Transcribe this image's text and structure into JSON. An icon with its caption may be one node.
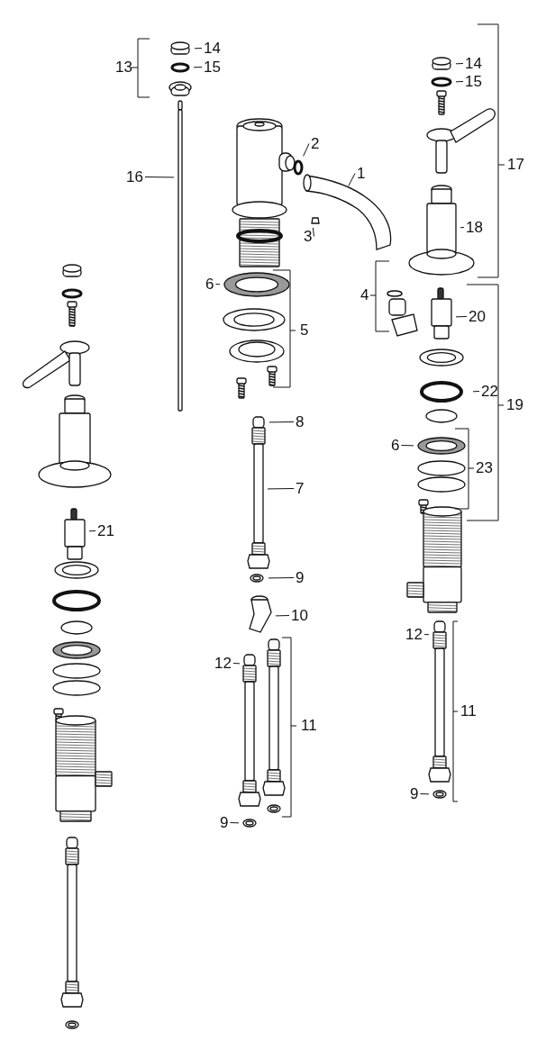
{
  "diagram": {
    "nodes": [
      {
        "text": [
          "14"
        ]
      },
      {
        "text": [
          "15"
        ]
      },
      {
        "text": [
          "14"
        ]
      },
      {
        "text": [
          "15"
        ]
      },
      {
        "text": [
          "2"
        ]
      },
      {
        "text": [
          "16"
        ]
      },
      {
        "text": [
          "1"
        ]
      },
      {
        "text": [
          "3"
        ]
      },
      {
        "text": [
          "18"
        ]
      },
      {
        "text": [
          "6"
        ]
      },
      {
        "text": [
          "20"
        ]
      },
      {
        "text": [
          "22"
        ]
      },
      {
        "text": [
          "8"
        ]
      },
      {
        "text": [
          "6"
        ]
      },
      {
        "text": [
          "7"
        ]
      },
      {
        "text": [
          "21"
        ]
      },
      {
        "text": [
          "9"
        ]
      },
      {
        "text": [
          "10"
        ]
      },
      {
        "text": [
          "12"
        ]
      },
      {
        "text": [
          "12"
        ]
      },
      {
        "text": [
          "9"
        ]
      },
      {
        "text": [
          "9"
        ]
      }
    ],
    "edges": [
      {
        "from": 0,
        "to": null,
        "arrow": "none"
      },
      {
        "from": 1,
        "to": null,
        "arrow": "none"
      },
      {
        "from": 2,
        "to": null,
        "arrow": "none"
      },
      {
        "from": 3,
        "to": null,
        "arrow": "none"
      },
      {
        "from": 4,
        "to": null,
        "arrow": "none"
      },
      {
        "from": 5,
        "to": null,
        "arrow": "none"
      },
      {
        "from": 6,
        "to": null,
        "arrow": "none"
      },
      {
        "from": 7,
        "to": null,
        "arrow": "none"
      },
      {
        "from": 8,
        "to": null,
        "arrow": "none"
      },
      {
        "from": 9,
        "to": null,
        "arrow": "none"
      },
      {
        "from": 10,
        "to": null,
        "arrow": "none"
      },
      {
        "from": 11,
        "to": null,
        "arrow": "none"
      },
      {
        "from": 12,
        "to": null,
        "arrow": "none"
      },
      {
        "from": 13,
        "to": null,
        "arrow": "none"
      },
      {
        "from": 14,
        "to": null,
        "arrow": "none"
      },
      {
        "from": 15,
        "to": null,
        "arrow": "none"
      },
      {
        "from": 16,
        "to": null,
        "arrow": "none"
      },
      {
        "from": 17,
        "to": null,
        "arrow": "none"
      },
      {
        "from": 18,
        "to": null,
        "arrow": "none"
      },
      {
        "from": 19,
        "to": null,
        "arrow": "none"
      },
      {
        "from": 20,
        "to": null,
        "arrow": "none"
      },
      {
        "from": 21,
        "to": null,
        "arrow": "none"
      }
    ],
    "labels": [
      "13",
      "17",
      "4",
      "5",
      "19",
      "23",
      "11",
      "11"
    ]
  }
}
